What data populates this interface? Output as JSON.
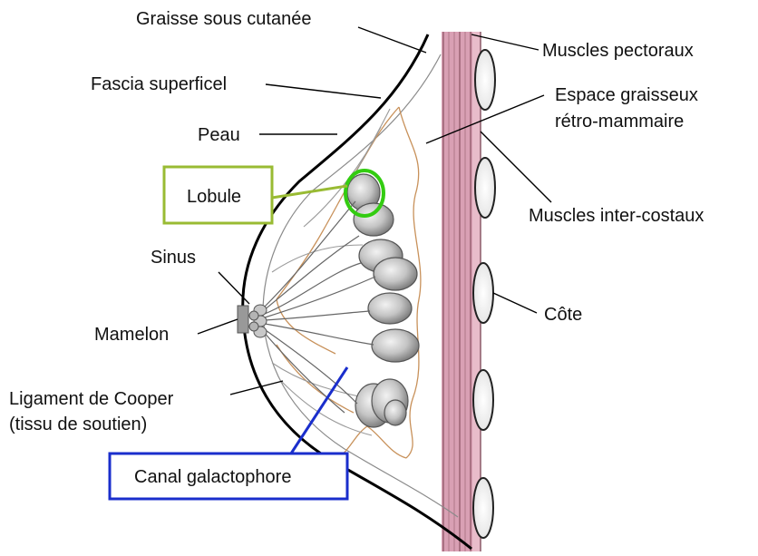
{
  "labels": {
    "graisse": "Graisse sous cutanée",
    "fascia": "Fascia superficel",
    "peau": "Peau",
    "lobule": "Lobule",
    "sinus": "Sinus",
    "mamelon": "Mamelon",
    "cooper_line1": "Ligament de Cooper",
    "cooper_line2": "(tissu de soutien)",
    "canal": "Canal galactophore",
    "pectoraux": "Muscles pectoraux",
    "espace_line1": "Espace graisseux",
    "espace_line2": "rétro-mammaire",
    "intercostaux": "Muscles inter-costaux",
    "cote": "Côte"
  },
  "colors": {
    "lobule_highlight": "#33cc11",
    "lobule_box": "#99bb33",
    "canal_box": "#1a2ecc",
    "muscle": "#d9a0b4",
    "fat_line": "#c8915a"
  }
}
